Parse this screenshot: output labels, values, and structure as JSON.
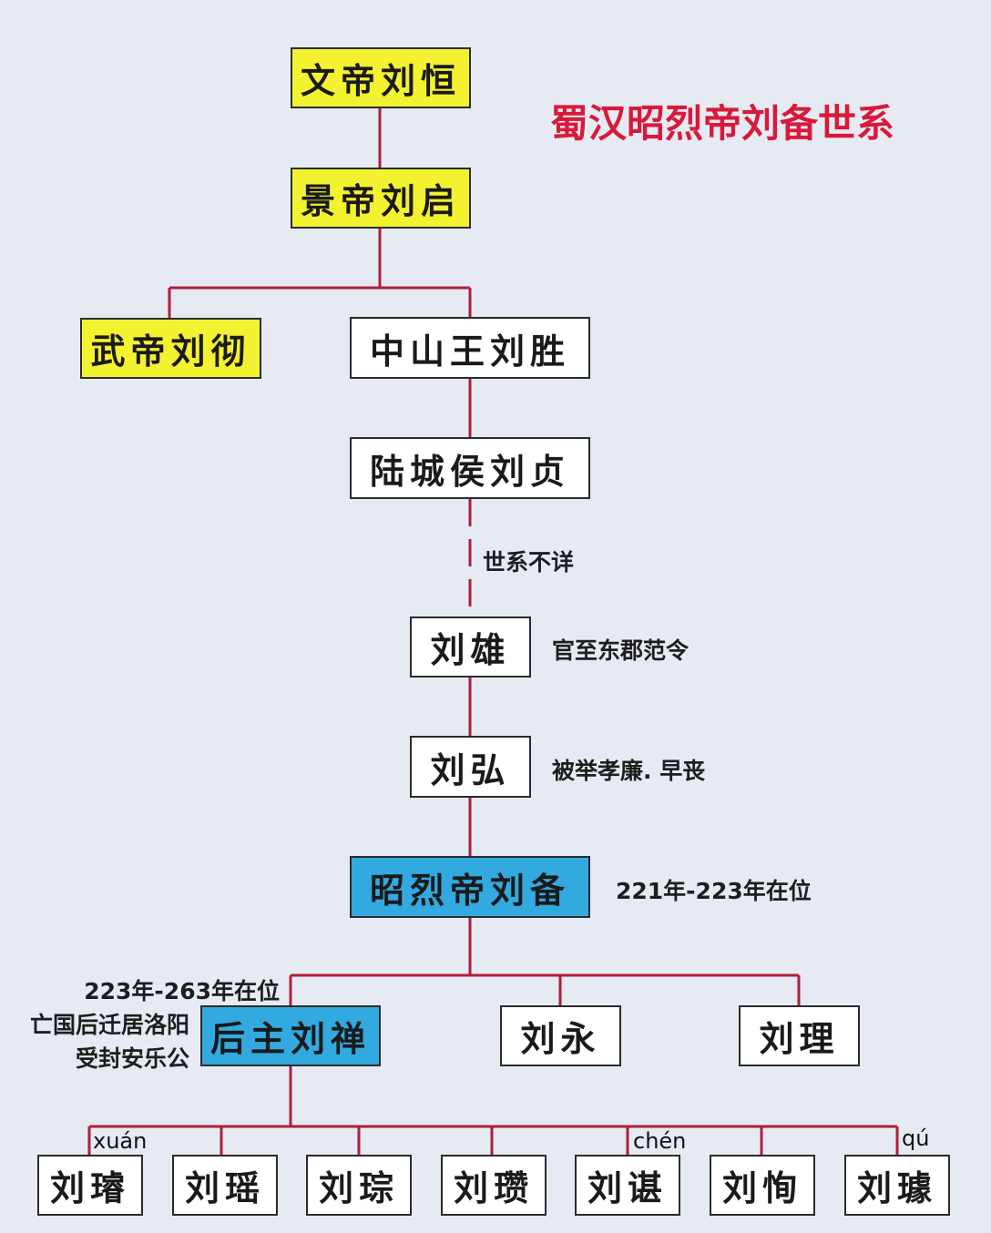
{
  "title": "蜀汉昭烈帝刘备世系",
  "colors": {
    "line": "#b01e3c",
    "emperor": "#f3f231",
    "shu_emperor": "#32a9df",
    "title": "#d9193a"
  },
  "nodes": {
    "wendi": "文帝刘恒",
    "jingdi": "景帝刘启",
    "wudi": "武帝刘彻",
    "zhongshan": "中山王刘胜",
    "lucheng": "陆城侯刘贞",
    "liuxiong": "刘雄",
    "liuhong": "刘弘",
    "liubei": "昭烈帝刘备",
    "liushan": "后主刘禅",
    "liuyong": "刘永",
    "liuli": "刘理",
    "liuxuan": "刘璿",
    "liuyao": "刘瑶",
    "liucong": "刘琮",
    "liuzan": "刘瓒",
    "liuchen": "刘谌",
    "liuxun": "刘恂",
    "liuqu": "刘璩"
  },
  "notes": {
    "unknown_lineage": "世系不详",
    "liuxiong": "官至东郡范令",
    "liuhong": "被举孝廉. 早丧",
    "liubei_reign": "221年-223年在位",
    "liushan_reign": "223年-263年在位",
    "liushan_line2": "亡国后迁居洛阳",
    "liushan_line3": "受封安乐公"
  },
  "pinyin": {
    "xuan": "xuán",
    "chen": "chén",
    "qu": "qú"
  }
}
